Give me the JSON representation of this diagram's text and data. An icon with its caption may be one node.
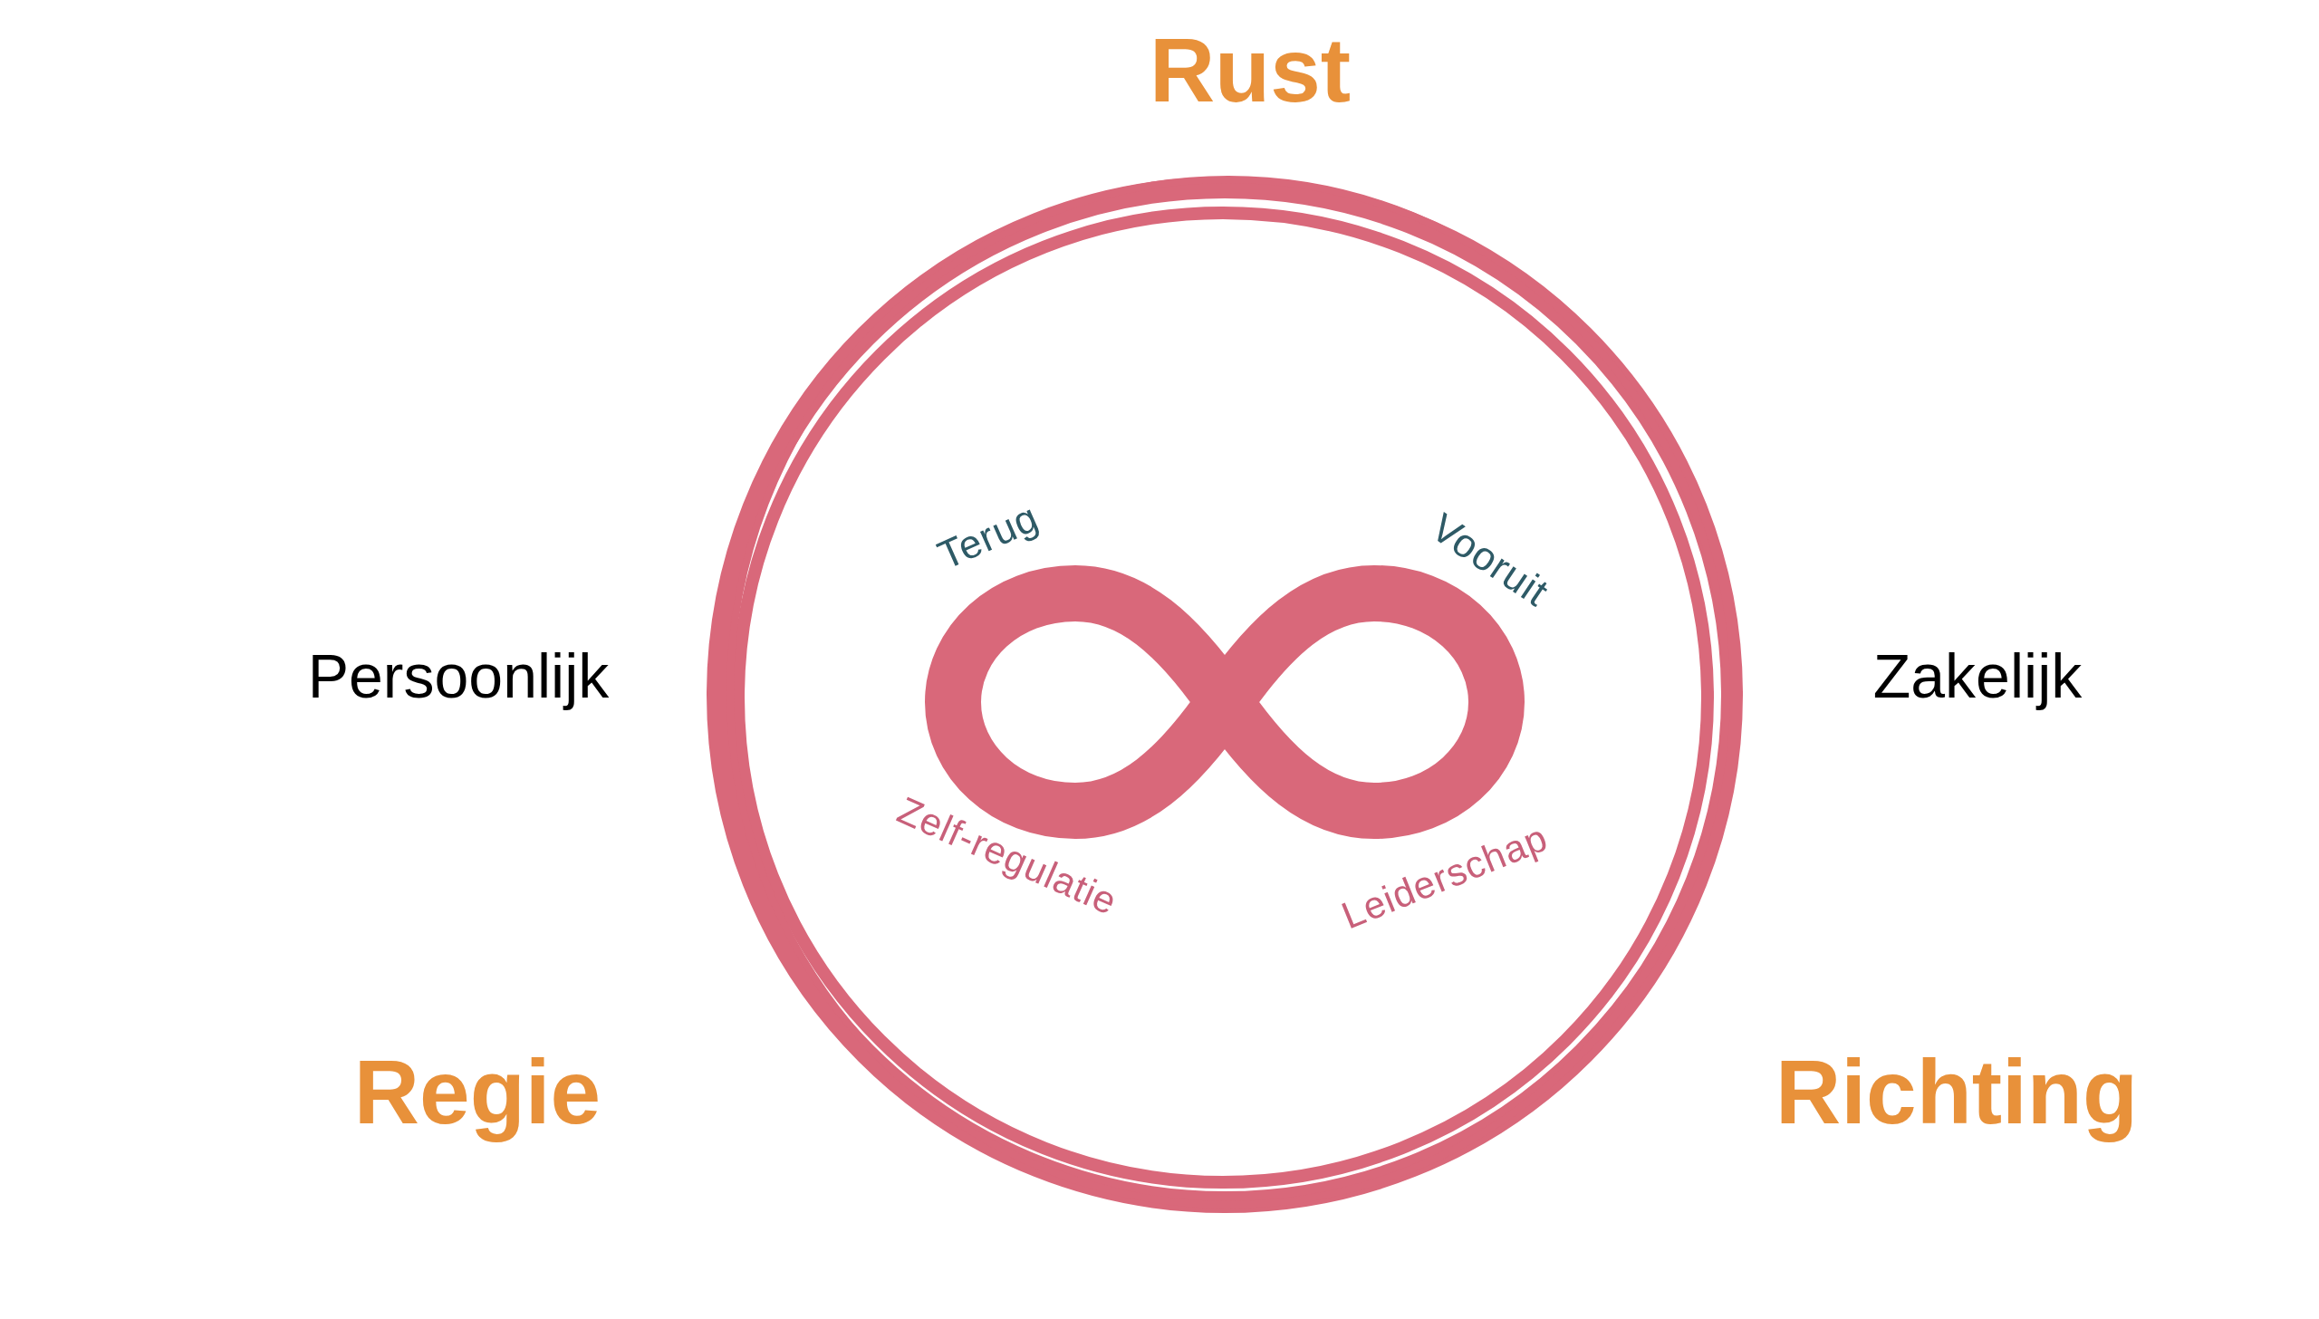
{
  "diagram": {
    "labels": [
      "Rust",
      "Terug",
      "Vooruit",
      "Persoonlijk",
      "Zakelijk",
      "Zelf-regulatie",
      "Leiderschap",
      "Regie",
      "Richting"
    ]
  }
}
